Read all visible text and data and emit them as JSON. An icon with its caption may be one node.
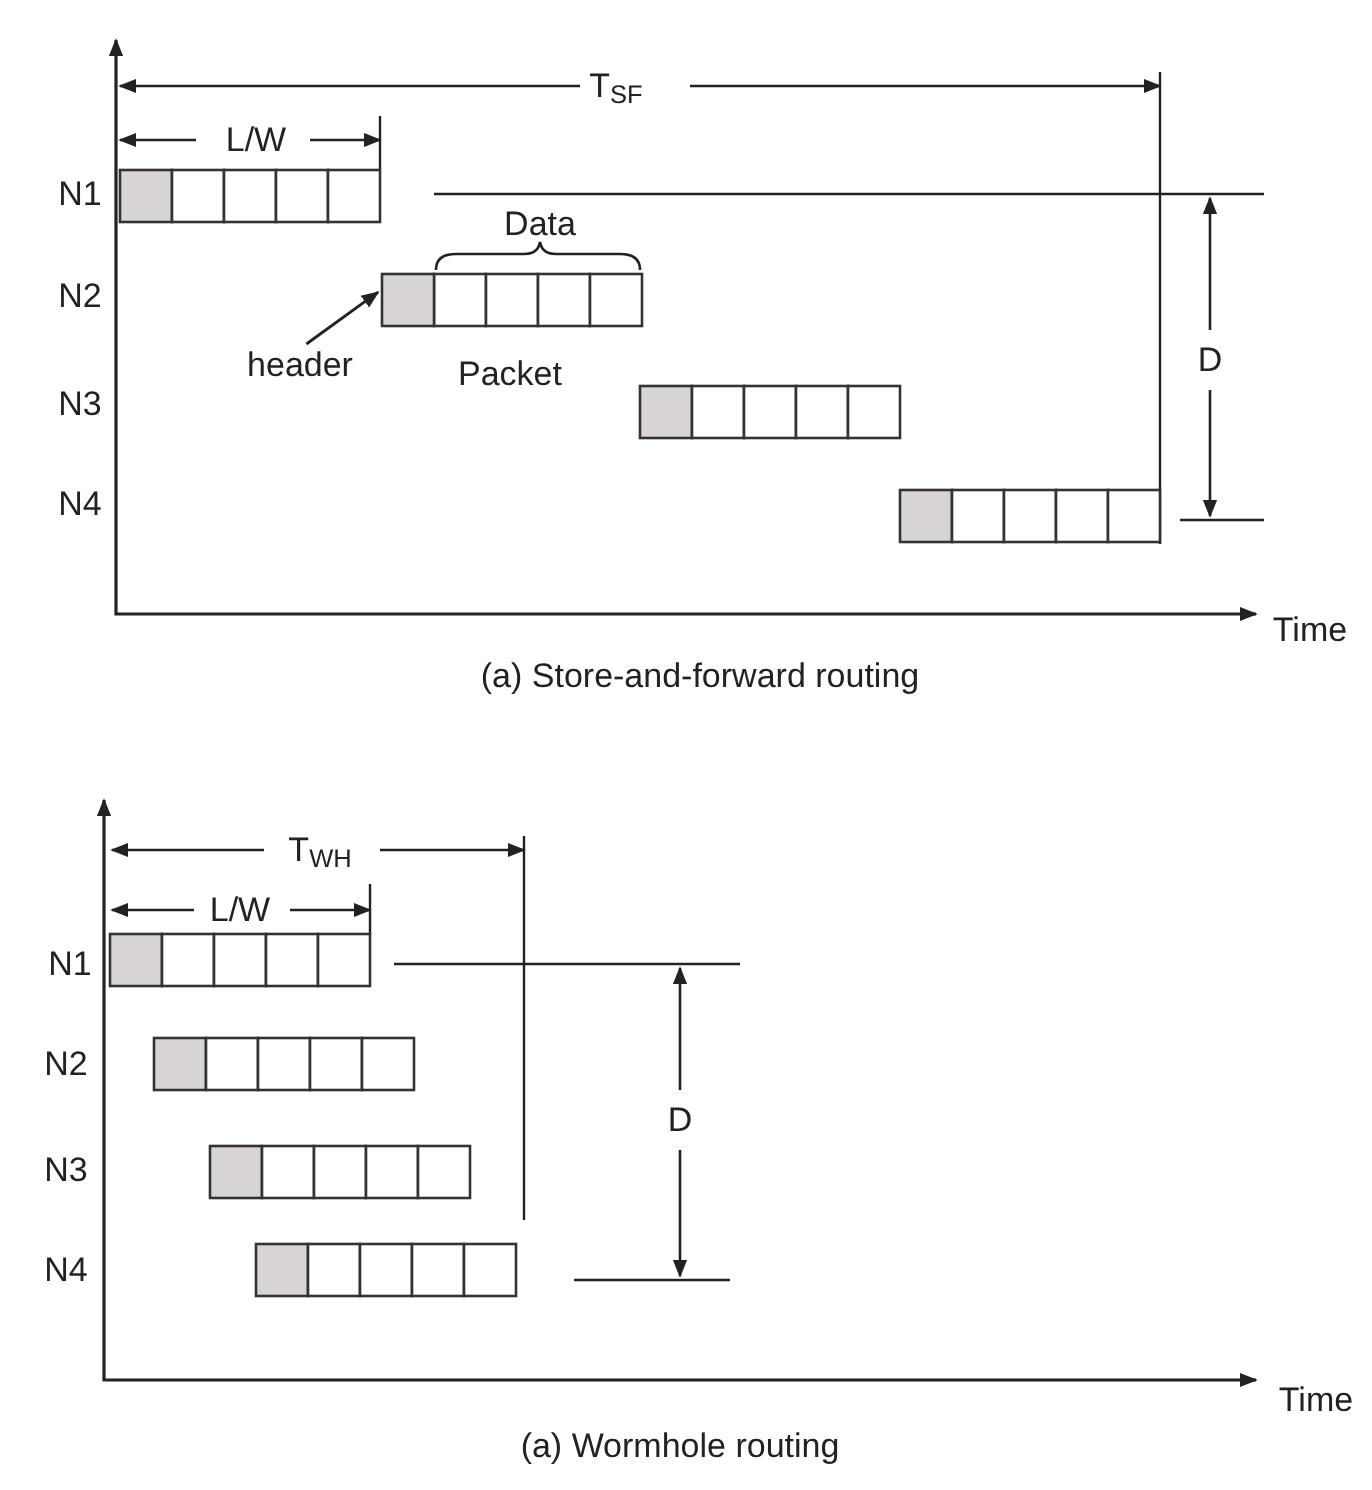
{
  "diagram": {
    "nodes": [
      {
        "text": [
          "header"
        ]
      },
      {
        "text": [],
        "shape": "box"
      }
    ],
    "edges": [
      {
        "from": 0,
        "to": 1,
        "arrow": "to"
      }
    ],
    "labels": [
      "T$_{SF}$",
      "L/W",
      "N1",
      "Data",
      "N2",
      "Packet",
      "N3",
      "N4",
      "D",
      "Time",
      "(a) Store-and-forward routing",
      "T$_{WH}$",
      "L/W",
      "N1",
      "N2",
      "N3",
      "D",
      "N4",
      "Time",
      "(a) Wormhole routing"
    ]
  }
}
